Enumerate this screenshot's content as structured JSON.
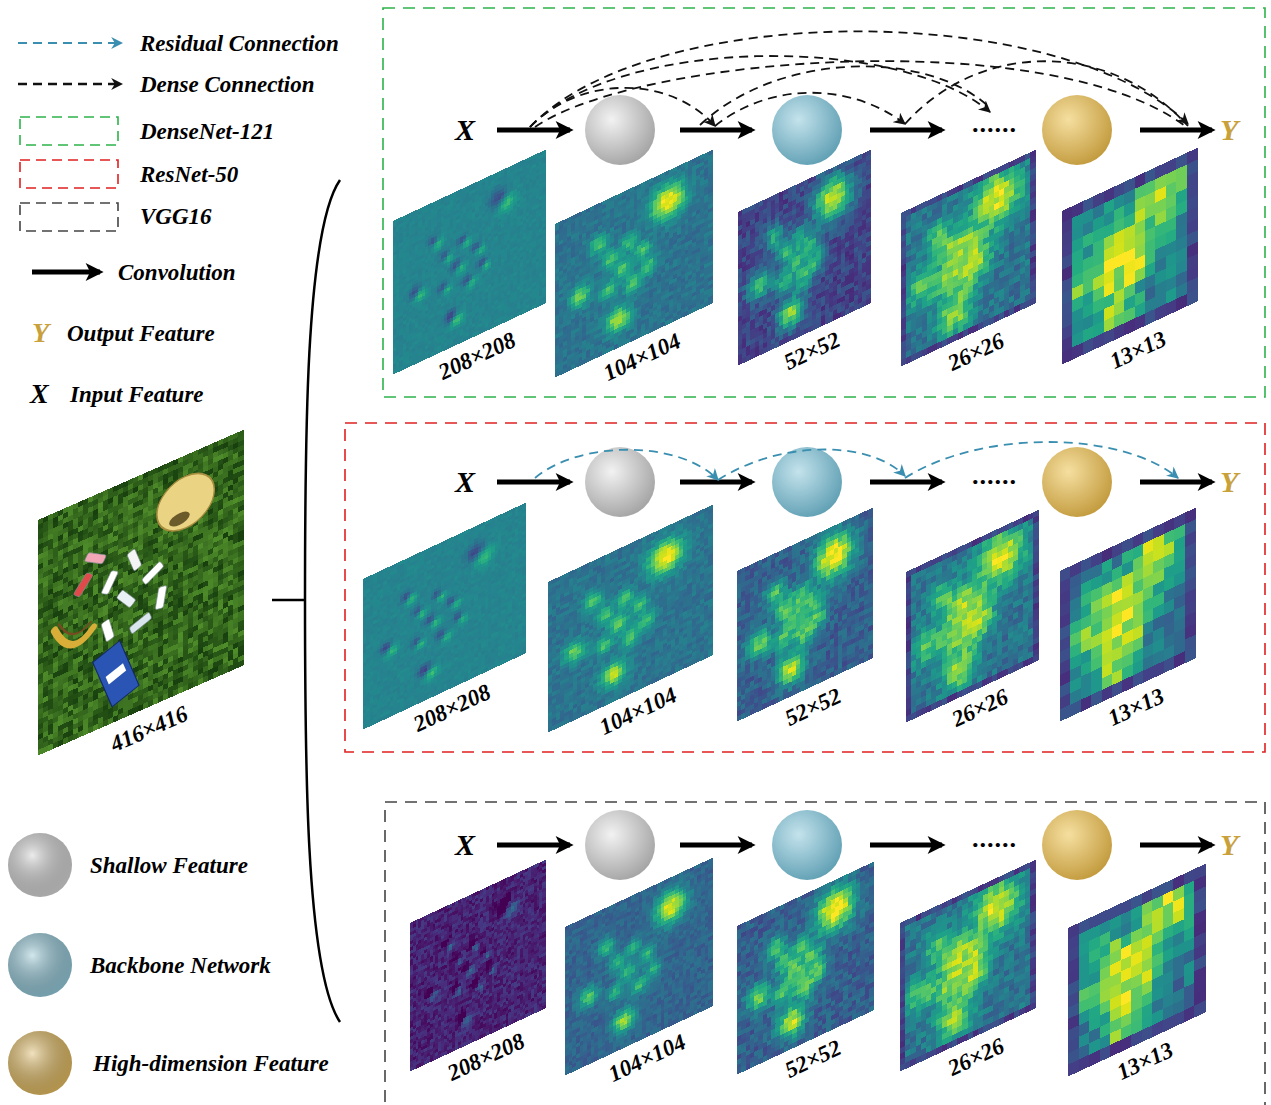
{
  "diagram": {
    "nodes": [
      {
        "text": [
          "208×208"
        ]
      },
      {
        "text": [
          "104×104"
        ]
      },
      {
        "text": [
          "52×52"
        ]
      },
      {
        "text": [
          "26×26"
        ]
      },
      {
        "text": [
          "13×13"
        ]
      },
      {
        "text": [
          "416×416"
        ]
      },
      {
        "text": [
          "208×208"
        ]
      },
      {
        "text": [
          "104×104"
        ]
      },
      {
        "text": [
          "52×52"
        ]
      },
      {
        "text": [
          "26×26"
        ]
      },
      {
        "text": [
          "13×13"
        ]
      },
      {
        "text": [
          "208×208"
        ]
      },
      {
        "text": [
          "104×104"
        ]
      },
      {
        "text": [
          "52×52"
        ]
      },
      {
        "text": [
          "26×26"
        ]
      },
      {
        "text": [
          "13×13"
        ]
      }
    ],
    "labels": [
      "Y",
      "X",
      "X",
      "......",
      "Y",
      "X",
      "......",
      "Y",
      "X",
      "......",
      "Y"
    ],
    "legend": [
      {
        "text": "Residual Connection"
      },
      {
        "text": "Dense Connection"
      },
      {
        "text": "DenseNet-121"
      },
      {
        "text": "ResNet-50"
      },
      {
        "text": "VGG16"
      },
      {
        "text": "Convolution"
      },
      {
        "text": "Output Feature"
      },
      {
        "text": "Input Feature"
      },
      {
        "text": "Shallow Feature",
        "color": "#cfcfcf"
      },
      {
        "text": "Backbone Network",
        "color": "#8fc3d3"
      },
      {
        "text": "High-dimension Feature",
        "color": "#dcb65e"
      }
    ]
  }
}
